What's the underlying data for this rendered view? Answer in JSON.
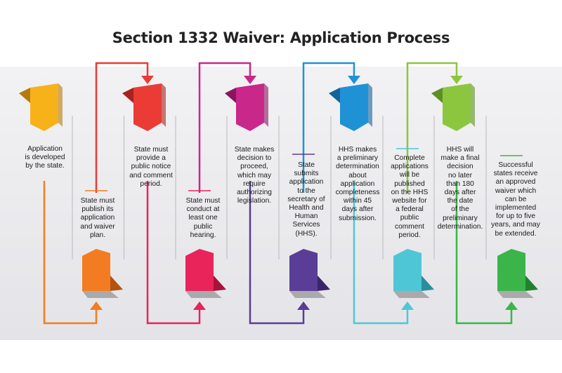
{
  "title": "Section 1332 Waiver: Application Process",
  "steps": [
    {
      "text": "Application\nis developed\nby the state.",
      "color": "#f7b21a",
      "dark": "#b57b0c"
    },
    {
      "text": "State must\npublish its\napplication\nand waiver\nplan.",
      "color": "#f37c22",
      "dark": "#b25410"
    },
    {
      "text": "State must\nprovide a\npublic notice\nand comment\nperiod.",
      "color": "#ea3b35",
      "dark": "#a8221d"
    },
    {
      "text": "State must\nconduct at\nleast one\npublic\nhearing.",
      "color": "#e8245a",
      "dark": "#a6123b"
    },
    {
      "text": "State makes\ndecision to\nproceed,\nwhich may\nrequire\nauthorizing\nlegislation.",
      "color": "#c92789",
      "dark": "#8a1660"
    },
    {
      "text": "State\nsubmits\napplication\nto the\nsecretary of\nHealth and\nHuman\nServices\n(HHS).",
      "color": "#5a3d96",
      "dark": "#3a2568"
    },
    {
      "text": "HHS makes\na preliminary\ndetermination\nabout\napplication\ncompleteness\nwithin 45\ndays after\nsubmission.",
      "color": "#1f92d6",
      "dark": "#12639a"
    },
    {
      "text": "Complete\napplications\nwill be\npublished\non the HHS\nwebsite for\na federal\npublic\ncomment\nperiod.",
      "color": "#4fc6d6",
      "dark": "#2a8e9c"
    },
    {
      "text": "HHS will\nmake a final\ndecision\nno later\nthan 180\ndays after\nthe date\nof the\npreliminary\ndetermination.",
      "color": "#8cc63f",
      "dark": "#5d8f22"
    },
    {
      "text": "Successful\nstates receive\nan approved\nwaiver which\ncan be\nimplemented\nfor up to five\nyears, and may\nbe extended.",
      "color": "#3bb54a",
      "dark": "#23802f"
    }
  ]
}
